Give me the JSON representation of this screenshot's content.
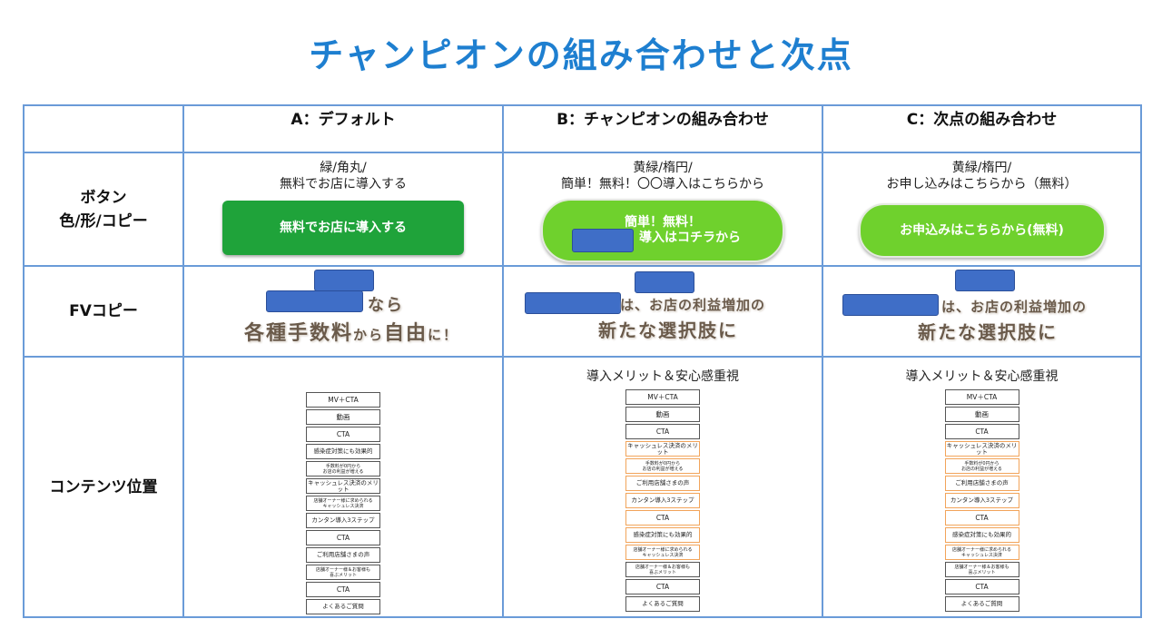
{
  "title": "チャンピオンの組み合わせと次点",
  "columns": [
    "",
    "A：デフォルト",
    "B：チャンピオンの組み合わせ",
    "C：次点の組み合わせ"
  ],
  "row_labels": {
    "button": [
      "ボタン",
      "色/形/コピー"
    ],
    "fv": "FVコピー",
    "contents": "コンテンツ位置"
  },
  "button_row": {
    "a": {
      "desc1": "緑/角丸/",
      "desc2": "無料でお店に導入する",
      "label1": "無料でお店に導入する"
    },
    "b": {
      "desc1": "黄緑/楕円/",
      "desc2": "簡単！無料！〇〇導入はこちらから",
      "label1": "簡単！無料！",
      "label2": "導入はコチラから"
    },
    "c": {
      "desc1": "黄緑/楕円/",
      "desc2": "お申し込みはこちらから（無料）",
      "label1": "お申込みはこちらから(無料)"
    },
    "colors": {
      "green": "#1fa33a",
      "lightgreen": "#6fd12d"
    }
  },
  "fv_row": {
    "a": {
      "line1": "なら",
      "line2a": "各種手数料",
      "line2b": "から",
      "line2c": "自由",
      "line2d": "に！"
    },
    "b": {
      "line1": "は、お店の利益増加の",
      "line2": "新たな選択肢に"
    },
    "c": {
      "line1": "は、お店の利益増加の",
      "line2": "新たな選択肢に"
    }
  },
  "contents_row": {
    "b_heading": "導入メリット＆安心感重視",
    "c_heading": "導入メリット＆安心感重視",
    "a": [
      "MV＋CTA",
      "動画",
      "CTA",
      "感染症対策にも効果的",
      "手数料が0円から\nお店の利益が増える",
      "キャッシュレス決済のメリット",
      "店舗オーナー様に求められる\nキャッシュレス決済",
      "カンタン導入3ステップ",
      "CTA",
      "ご利用店舗さまの声",
      "店舗オーナー様＆お客様も\n喜ぶメリット",
      "CTA",
      "よくあるご質問"
    ],
    "b": [
      "MV＋CTA",
      "動画",
      "CTA",
      "キャッシュレス決済のメリット",
      "手数料が0円から\nお店の利益が増える",
      "ご利用店舗さまの声",
      "カンタン導入3ステップ",
      "CTA",
      "感染症対策にも効果的",
      "店舗オーナー様に求められる\nキャッシュレス決済",
      "店舗オーナー様＆お客様も\n喜ぶメリット",
      "CTA",
      "よくあるご質問"
    ],
    "c": [
      "MV＋CTA",
      "動画",
      "CTA",
      "キャッシュレス決済のメリット",
      "手数料が0円から\nお店の利益が増える",
      "ご利用店舗さまの声",
      "カンタン導入3ステップ",
      "CTA",
      "感染症対策にも効果的",
      "店舗オーナー様に求められる\nキャッシュレス決済",
      "店舗オーナー様＆お客様も\n喜ぶメリット",
      "CTA",
      "よくあるご質問"
    ],
    "highlight_b": [
      3,
      4,
      5,
      6,
      7,
      8,
      9
    ],
    "highlight_c": [
      3,
      4,
      5,
      6,
      7,
      8,
      9
    ]
  }
}
